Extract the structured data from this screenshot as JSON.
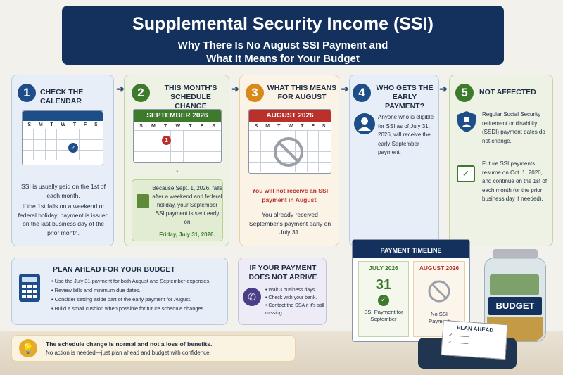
{
  "header": {
    "title": "Supplemental Security Income (SSI)",
    "subtitle_line1": "Why There Is No August SSI Payment and",
    "subtitle_line2": "What It Means for Your Budget"
  },
  "step1": {
    "num": "1",
    "title": "CHECK THE CALENDAR",
    "day_letters": [
      "S",
      "M",
      "T",
      "W",
      "T",
      "F",
      "S"
    ],
    "text1": "SSI is usually paid on the 1st of each month.",
    "text2": "If the 1st falls on a weekend or federal holiday, payment is issued on the last business day of the prior month."
  },
  "step2": {
    "num": "2",
    "title_line1": "THIS MONTH'S",
    "title_line2": "SCHEDULE CHANGE",
    "month": "SEPTEMBER 2026",
    "day_letters": [
      "S",
      "M",
      "T",
      "W",
      "T",
      "F",
      "S"
    ],
    "marker": "1",
    "text": "Because Sept. 1, 2026, falls after a weekend and federal holiday, your September SSI payment is sent early on",
    "highlight": "Friday, July 31, 2026."
  },
  "step3": {
    "num": "3",
    "title_line1": "WHAT THIS MEANS",
    "title_line2": "FOR AUGUST",
    "month": "AUGUST 2026",
    "day_letters": [
      "S",
      "M",
      "T",
      "W",
      "T",
      "F",
      "S"
    ],
    "warning": "You will not receive an SSI payment in August.",
    "text": "You already received September's payment early on July 31."
  },
  "step4": {
    "num": "4",
    "title_line1": "WHO GETS THE",
    "title_line2": "EARLY PAYMENT?",
    "text": "Anyone who is eligible for SSI as of July 31, 2026, will receive the early September payment."
  },
  "step5": {
    "num": "5",
    "title": "NOT AFFECTED",
    "text1": "Regular Social Security retirement or disability (SSDI) payment dates do not change.",
    "text2": "Future SSI payments resume on Oct. 1, 2026, and continue on the 1st of each month (or the prior business day if needed)."
  },
  "plan": {
    "title": "PLAN AHEAD FOR YOUR BUDGET",
    "items": [
      "Use the July 31 payment for both August and September expenses.",
      "Review bills and minimum due dates.",
      "Consider setting aside part of the early payment for August.",
      "Build a small cushion when possible for future schedule changes."
    ]
  },
  "arrive": {
    "title_line1": "IF YOUR PAYMENT",
    "title_line2": "DOES NOT ARRIVE",
    "items": [
      "Wait 3 business days.",
      "Check with your bank.",
      "Contact the SSA if it's still missing."
    ]
  },
  "note": {
    "bold": "The schedule change is normal and not a loss of benefits.",
    "text": "No action is needed—just plan ahead and budget with confidence."
  },
  "timeline": {
    "title": "PAYMENT TIMELINE",
    "left_month": "JULY 2026",
    "left_day": "31",
    "left_caption": "SSI Payment for September",
    "right_month": "AUGUST 2026",
    "right_caption": "No SSI Payment"
  },
  "jar_label": "BUDGET",
  "clipboard_label": "PLAN AHEAD",
  "colors": {
    "navy": "#14305c",
    "green": "#3d7a2c",
    "orange": "#d78a17",
    "red": "#b9312a"
  }
}
